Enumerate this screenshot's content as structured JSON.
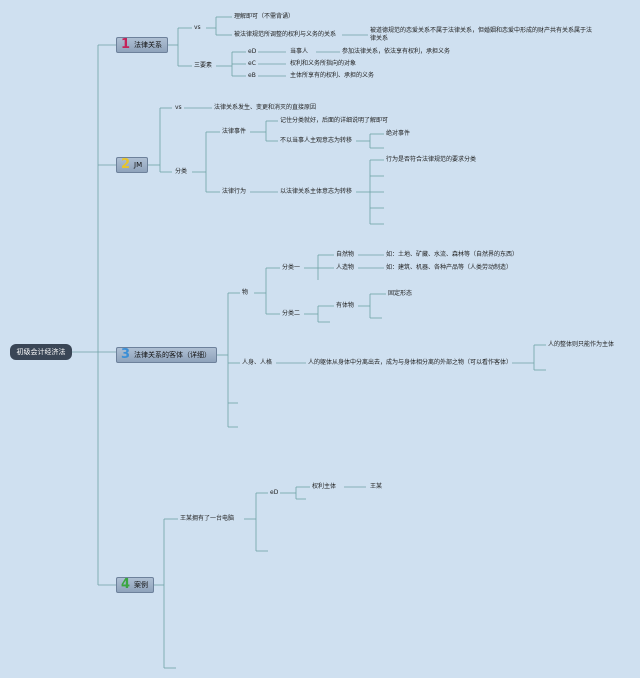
{
  "root": "初级会计经济法",
  "branches": [
    {
      "num": "1",
      "num_color": "#c4245a",
      "label": "法律关系"
    },
    {
      "num": "2",
      "num_color": "#e8c42a",
      "label": "JM"
    },
    {
      "num": "3",
      "num_color": "#3c8fd6",
      "label": "法律关系的客体（详细）"
    },
    {
      "num": "4",
      "num_color": "#3aa640",
      "label": "案例"
    }
  ],
  "b1": {
    "vs": "vs",
    "vs_items": [
      "理解即可（不需背诵）",
      "被法律规范所调整的权利与义务的关系"
    ],
    "vs_note": "被道德规范的恋爱关系不属于法律关系，但婚姻和恋爱中形成的财产共有关系属于法律关系",
    "three": "三要素",
    "elements": [
      {
        "key": "eD",
        "label": "当事人",
        "desc": "参加法律关系，依法享有权利，承担义务"
      },
      {
        "key": "eC",
        "label": "权利和义务所指向的对象",
        "desc": ""
      },
      {
        "key": "eB",
        "label": "主体所享有的权利、承担的义务",
        "desc": ""
      }
    ]
  },
  "b2": {
    "vs": "vs",
    "vs_text": "法律关系发生、变更和消灭的直接原因",
    "cls": "分类",
    "event": "法律事件",
    "event_a": "记住分类就好，后面的详细说明了解即可",
    "event_b": "不以当事人主观意志为转移",
    "event_b1": "绝对事件",
    "act": "法律行为",
    "act_a": "以法律关系主体意志为转移",
    "act_a1": "行为是否符合法律规范的要求分类"
  },
  "b3": {
    "thing": "物",
    "cat1": "分类一",
    "nat": "自然物",
    "nat_desc": "如：土地、矿藏、水流、森林等（自然界的东西）",
    "art": "人造物",
    "art_desc": "如：建筑、机器、各种产品等（人类劳动制造）",
    "cat2": "分类二",
    "tangible": "有体物",
    "fixed": "固定形态",
    "body": "人身、人格",
    "body_desc": "人的躯体从身体中分离出去，成为与身体相分离的外部之物（可以看作客体）",
    "body_whole": "人的整体则只能作为主体"
  },
  "b4": {
    "case": "王某拥有了一台电脑",
    "eD": "eD",
    "subject": "权利主体",
    "who": "王某"
  }
}
